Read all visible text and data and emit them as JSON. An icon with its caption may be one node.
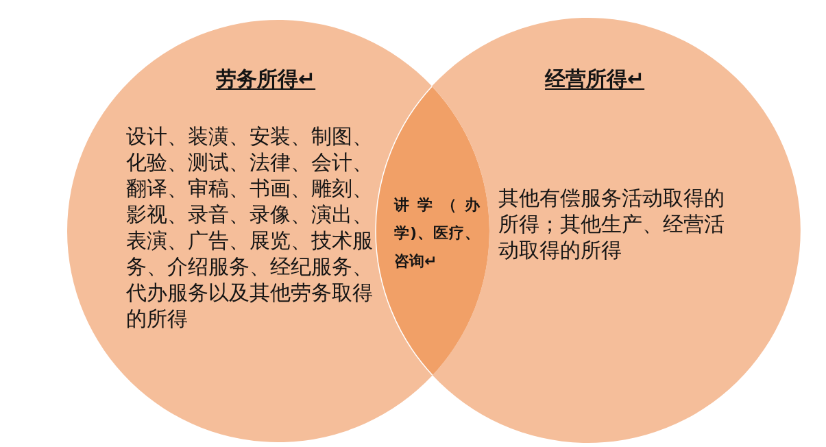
{
  "diagram": {
    "nodes": [
      {
        "text": [
          "劳务所得↵",
          "设计、装潢、安装、制图、化验、测试、法律、会计、翻译、审稿、书画、雕刻、影视、录音、录像、演出、表演、广告、展览、技术服务、介绍服务、经纪服务、代办服务以及其他劳务取得的所得"
        ]
      },
      {
        "text": [
          "讲学（办学)、医疗、咨询↵"
        ]
      },
      {
        "text": [
          "经营所得↵",
          "其他有偿服务活动取得的所得；其他生产、经营活动取得的所得"
        ]
      }
    ]
  }
}
